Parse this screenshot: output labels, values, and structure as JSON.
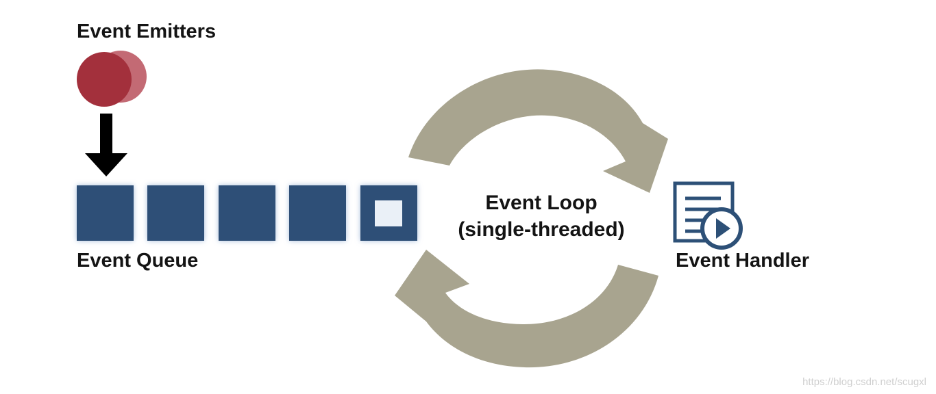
{
  "labels": {
    "emitters": "Event Emitters",
    "queue": "Event Queue",
    "loop_line1": "Event Loop",
    "loop_line2": "(single-threaded)",
    "handler": "Event Handler"
  },
  "icons": {
    "emitter": "stacked-circles-icon",
    "arrow": "down-arrow-icon",
    "handler": "document-play-icon"
  },
  "queue": {
    "slot_count": 5,
    "empty_slot_index": 4
  },
  "watermark": "https://blog.csdn.net/scugxl",
  "colors": {
    "emitter": "#a3303c",
    "queue": "#2d5077",
    "loop_arrows": "#a8a48f",
    "arrow": "#000000",
    "text": "#141414",
    "watermark": "#cfcfcf"
  }
}
